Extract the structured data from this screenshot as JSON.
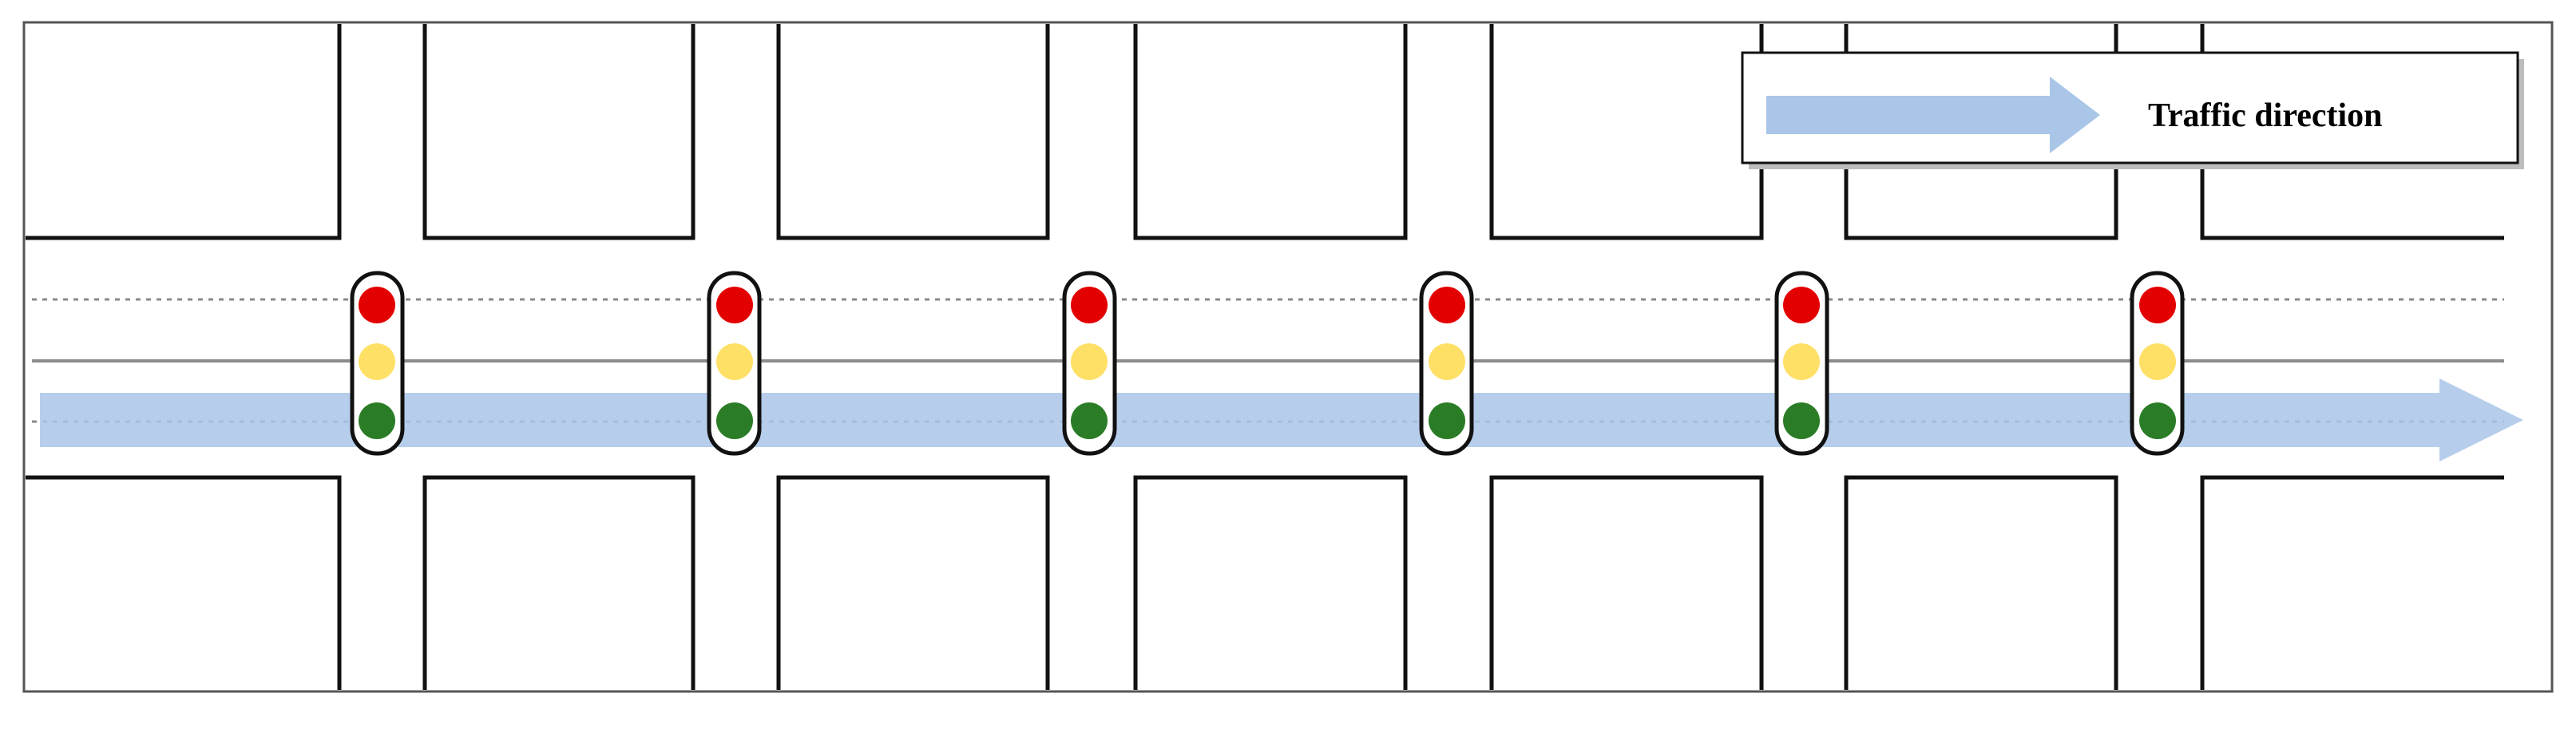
{
  "legend": {
    "label": "Traffic direction"
  },
  "colors": {
    "frame": "#555555",
    "road_edge": "#111111",
    "lane_dotted": "#8a8a8a",
    "lane_solid": "#8c8c8c",
    "flow_arrow": "#a9c6e8",
    "signal_outline": "#111111",
    "signal_red": "#e30000",
    "signal_yellow": "#ffe066",
    "signal_green": "#2a7d26"
  },
  "signals": [
    {
      "id": 1,
      "lights": [
        "red",
        "yellow",
        "green"
      ]
    },
    {
      "id": 2,
      "lights": [
        "red",
        "yellow",
        "green"
      ]
    },
    {
      "id": 3,
      "lights": [
        "red",
        "yellow",
        "green"
      ]
    },
    {
      "id": 4,
      "lights": [
        "red",
        "yellow",
        "green"
      ]
    },
    {
      "id": 5,
      "lights": [
        "red",
        "yellow",
        "green"
      ]
    },
    {
      "id": 6,
      "lights": [
        "red",
        "yellow",
        "green"
      ]
    }
  ]
}
